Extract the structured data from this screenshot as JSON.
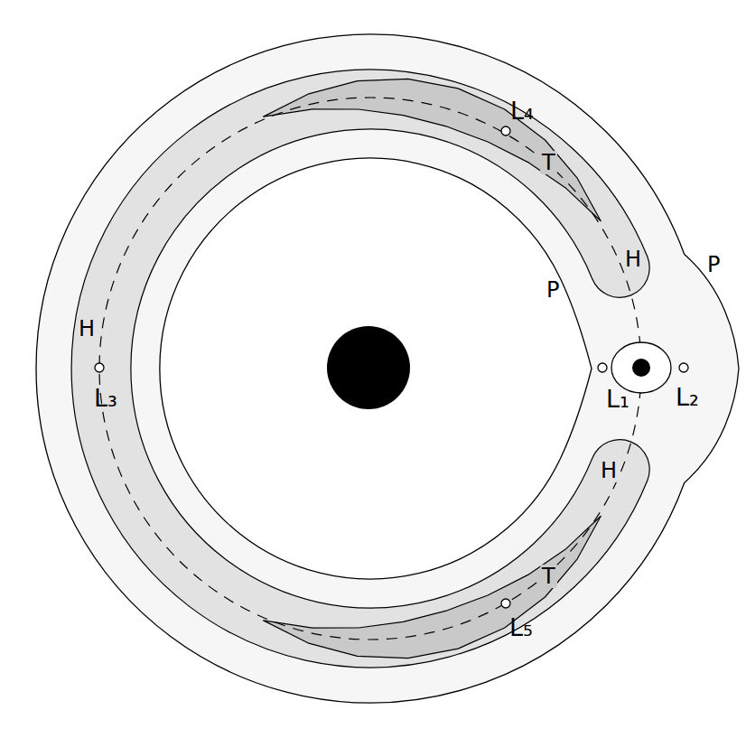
{
  "diagram": {
    "labels": [
      "L₄",
      "T",
      "H",
      "P",
      "P",
      "H",
      "L₃",
      "L₁",
      "L₂",
      "H",
      "T",
      "L₅"
    ]
  }
}
